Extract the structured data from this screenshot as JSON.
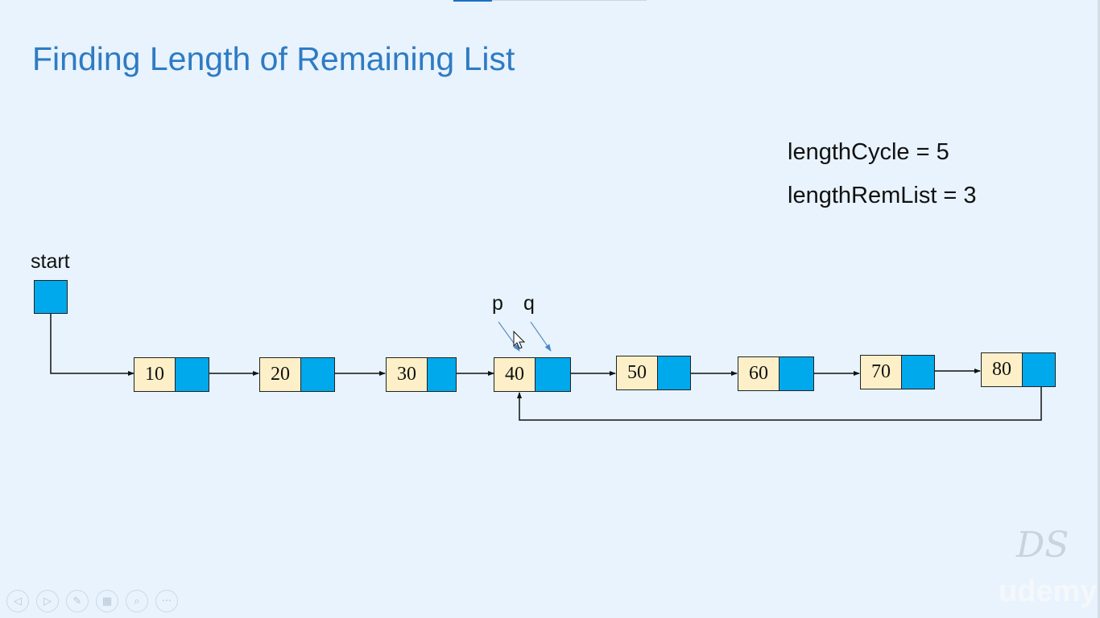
{
  "title": "Finding Length of Remaining List",
  "stats": {
    "length_cycle": "lengthCycle = 5",
    "length_rem_list": "lengthRemList = 3"
  },
  "labels": {
    "start": "start",
    "p": "p",
    "q": "q"
  },
  "nodes": [
    "10",
    "20",
    "30",
    "40",
    "50",
    "60",
    "70",
    "80"
  ],
  "colors": {
    "title": "#2e7bc4",
    "link_cell": "#00a8ec",
    "value_cell": "#fdf0c8",
    "background": "#e8f3fd",
    "pointer_arrow": "#5b8fc7"
  },
  "nav_controls": [
    {
      "icon": "previous-icon",
      "glyph": "◁"
    },
    {
      "icon": "next-icon",
      "glyph": "▷"
    },
    {
      "icon": "pen-icon",
      "glyph": "✎"
    },
    {
      "icon": "slides-icon",
      "glyph": "▦"
    },
    {
      "icon": "zoom-icon",
      "glyph": "⌕"
    },
    {
      "icon": "more-icon",
      "glyph": "···"
    }
  ],
  "branding": {
    "logo": "DS",
    "watermark": "udemy"
  }
}
